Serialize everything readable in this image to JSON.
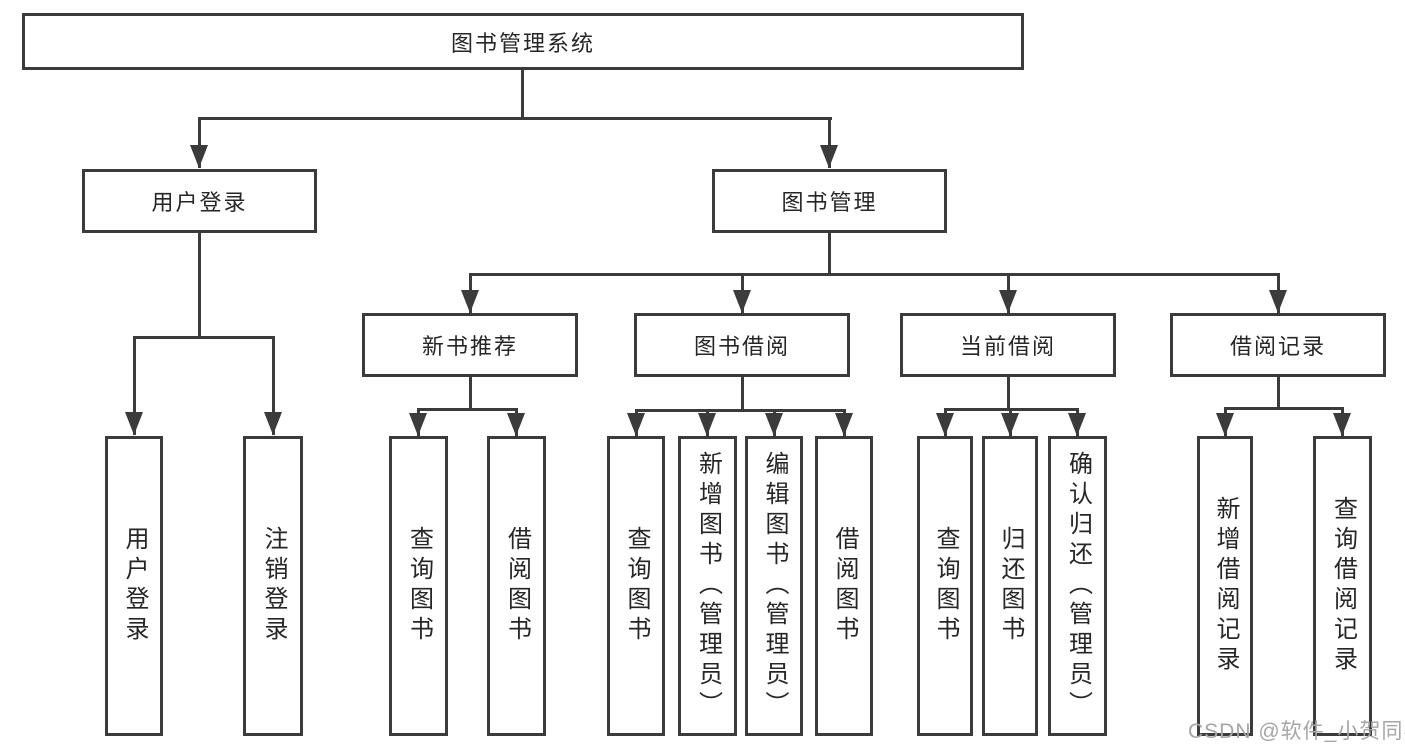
{
  "tree": {
    "root": {
      "label": "图书管理系统"
    },
    "branches": [
      {
        "label": "用户登录",
        "children": [
          {
            "label": "用户登录"
          },
          {
            "label": "注销登录"
          }
        ]
      },
      {
        "label": "图书管理",
        "children": [
          {
            "label": "新书推荐",
            "children": [
              {
                "label": "查询图书"
              },
              {
                "label": "借阅图书"
              }
            ]
          },
          {
            "label": "图书借阅",
            "children": [
              {
                "label": "查询图书"
              },
              {
                "label": "新增图书（管理员）"
              },
              {
                "label": "编辑图书（管理员）"
              },
              {
                "label": "借阅图书"
              }
            ]
          },
          {
            "label": "当前借阅",
            "children": [
              {
                "label": "查询图书"
              },
              {
                "label": "归还图书"
              },
              {
                "label": "确认归还（管理员）"
              }
            ]
          },
          {
            "label": "借阅记录",
            "children": [
              {
                "label": "新增借阅记录"
              },
              {
                "label": "查询借阅记录"
              }
            ]
          }
        ]
      }
    ]
  },
  "watermark": {
    "text": "CSDN @软件_小贺同学"
  },
  "colors": {
    "line": "#3b3b3b",
    "text": "#262626",
    "background": "#ffffff",
    "watermark": "#a6a6a6"
  }
}
